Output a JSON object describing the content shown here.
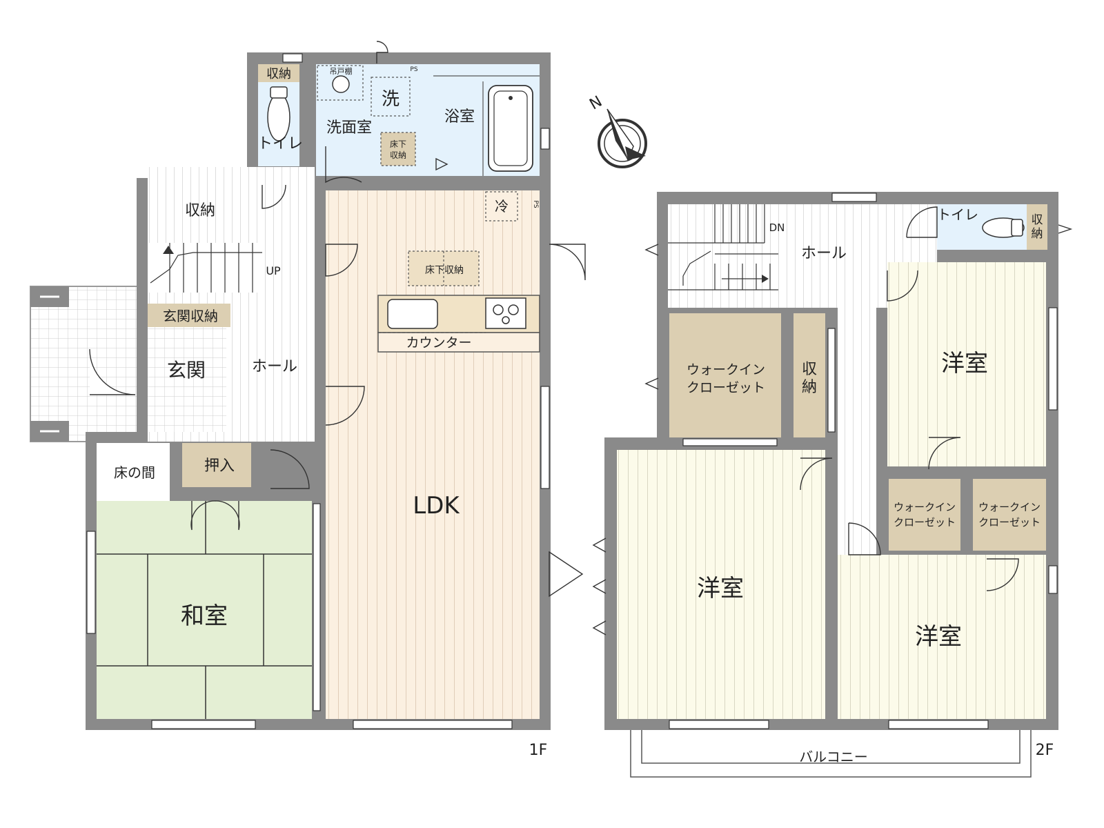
{
  "floor_1": {
    "label": "1F",
    "rooms": {
      "toilet_storage": "収納",
      "hanging_shelf": "吊戸棚",
      "ps_top": "PS",
      "washer": "洗",
      "washroom": "洗面室",
      "underfloor_wash": [
        "床下",
        "収納"
      ],
      "bathroom": "浴室",
      "toilet": "トイレ",
      "storage": "収納",
      "fridge": "冷",
      "ps_kitchen": "PS",
      "stairs_up": "UP",
      "underfloor_kitchen": "床下収納",
      "counter": "カウンター",
      "entrance_storage": "玄関収納",
      "entrance": "玄関",
      "hall": "ホール",
      "tokonoma": "床の間",
      "oshiire": "押入",
      "ldk": "LDK",
      "washitsu": "和室"
    }
  },
  "floor_2": {
    "label": "2F",
    "rooms": {
      "stairs_dn": "DN",
      "hall": "ホール",
      "toilet": "トイレ",
      "toilet_storage": [
        "収",
        "納"
      ],
      "wic_main": [
        "ウォークイン",
        "クローゼット"
      ],
      "storage": [
        "収",
        "納"
      ],
      "room_ne": "洋室",
      "wic_left": [
        "ウォークイン",
        "クローゼット"
      ],
      "wic_right": [
        "ウォークイン",
        "クローゼット"
      ],
      "room_w": "洋室",
      "room_se": "洋室",
      "balcony": "バルコニー"
    }
  },
  "compass": {
    "north": "N"
  },
  "colors": {
    "wall": "#8a8a8a",
    "wood": "#fbf0e1",
    "cream": "#fcfbea",
    "tatami": "#e4efd4",
    "wet": "#e4f2fc",
    "storage": "#dccfb2",
    "hall": "#ffffff",
    "line": "#444444"
  }
}
